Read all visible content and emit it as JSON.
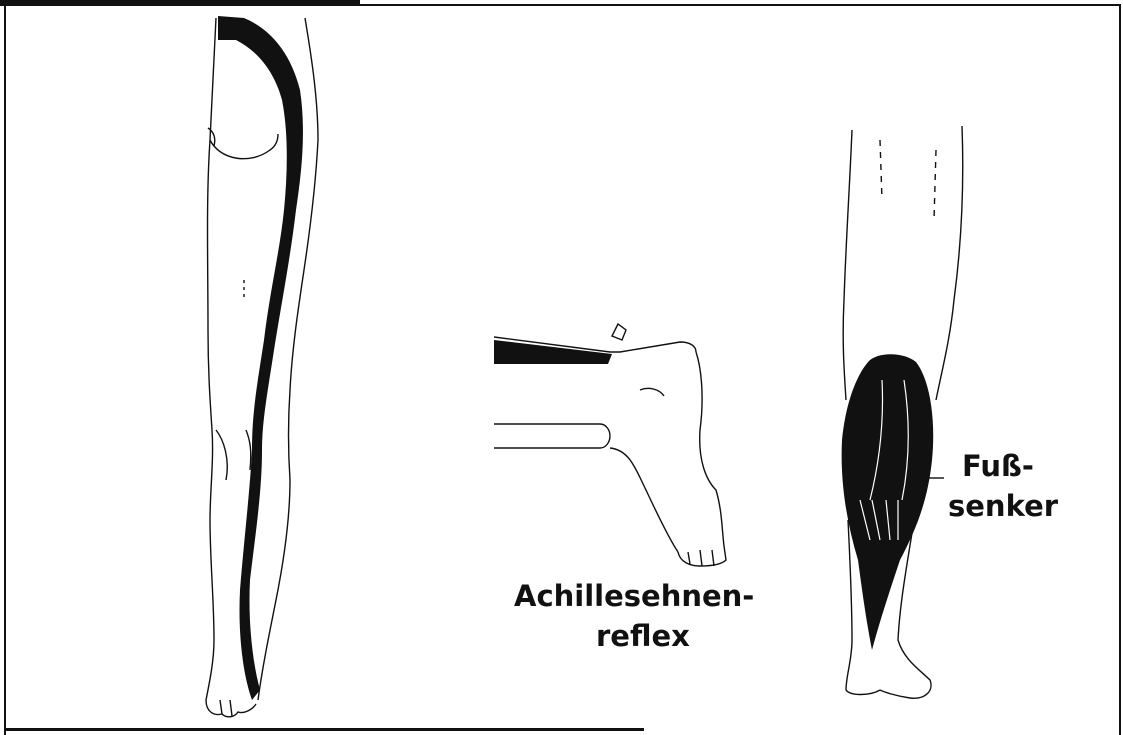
{
  "labels": {
    "achilles_line1": "Achillesehnen-",
    "achilles_line2": "reflex",
    "fuss_line1": "Fuß-",
    "fuss_line2": "senker"
  },
  "colors": {
    "ink": "#111111",
    "paper": "#ffffff"
  },
  "icons": {
    "leg_front": "leg-dermatome-illustration",
    "reflex_test": "achilles-reflex-test-illustration",
    "calf": "calf-muscle-illustration"
  }
}
